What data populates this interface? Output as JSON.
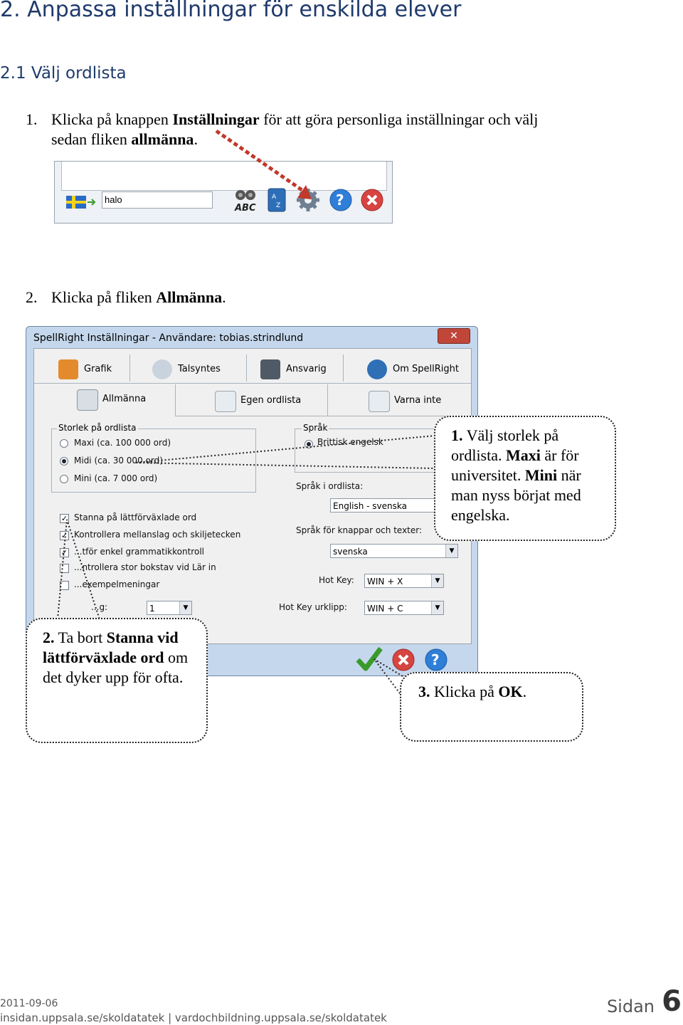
{
  "heading": "2. Anpassa inställningar för enskilda elever",
  "subheading": "2.1 Välj ordlista",
  "step1": {
    "num": "1.",
    "t1": "Klicka på knappen ",
    "b1": "Inställningar",
    "t2": " för att göra personliga inställningar och välj",
    "t3": "sedan fliken ",
    "b2": "allmänna",
    "t4": "."
  },
  "toolbar": {
    "input_value": "halo",
    "icons": [
      "flag-icon",
      "binoculars-abc-icon",
      "dictionary-icon",
      "settings-gear-icon",
      "help-icon",
      "close-icon"
    ]
  },
  "step2": {
    "num": "2.",
    "t1": "Klicka på fliken ",
    "b1": "Allmänna",
    "t2": "."
  },
  "dialog": {
    "title": "SpellRight  Inställningar - Användare: tobias.strindlund",
    "close": "✕",
    "tabs_top": [
      "Grafik",
      "Talsyntes",
      "Ansvarig",
      "Om SpellRight"
    ],
    "tabs_bottom": [
      "Allmänna",
      "Egen ordlista",
      "Varna inte"
    ],
    "size_group": "Storlek på ordlista",
    "sizes": [
      "Maxi (ca. 100 000 ord)",
      "Midi (ca. 30 000 ord)",
      "Mini (ca. 7 000 ord)"
    ],
    "language_group": "Språk",
    "language_option": "Brittisk engelsk",
    "dict_language_label": "Språk i ordlista:",
    "dict_language_value": "English - svenska",
    "ui_language_label": "Språk för knappar och texter:",
    "ui_language_value": "svenska",
    "checks": [
      "Stanna på lättförväxlade ord",
      "Kontrollera mellanslag och skiljetecken",
      "...tför enkel grammatikkontroll",
      "...ntrollera stor bokstav vid Lär in",
      "...exempelmeningar"
    ],
    "partial_label": "...g:",
    "partial_value": "1",
    "hotkey_label": "Hot Key:",
    "hotkey_value": "WIN + X",
    "hotkey2_label": "Hot Key urklipp:",
    "hotkey2_value": "WIN + C"
  },
  "callout1": {
    "b1": "1.",
    "t1": " Välj storlek på ordlista. ",
    "b2": "Maxi",
    "t2": " är för universitet. ",
    "b3": "Mini",
    "t3": " när man nyss börjat med engelska."
  },
  "callout2": {
    "b1": "2.",
    "t1": " Ta bort ",
    "b2": "Stanna vid lättförväxlade ord",
    "t2": " om det dyker upp för ofta."
  },
  "callout3": {
    "b1": "3.",
    "t1": " Klicka på ",
    "b2": "OK",
    "t2": "."
  },
  "footer": {
    "date": "2011-09-06",
    "links": "insidan.uppsala.se/skoldatatek  |  vardochbildning.uppsala.se/skoldatatek",
    "page_label": "Sidan",
    "page_number": "6"
  },
  "colors": {
    "heading": "#1f3a6b",
    "arrow": "#c0392b",
    "ok_green": "#3a9a2a",
    "cancel_red": "#d64541",
    "help_blue": "#2f7ed8"
  }
}
